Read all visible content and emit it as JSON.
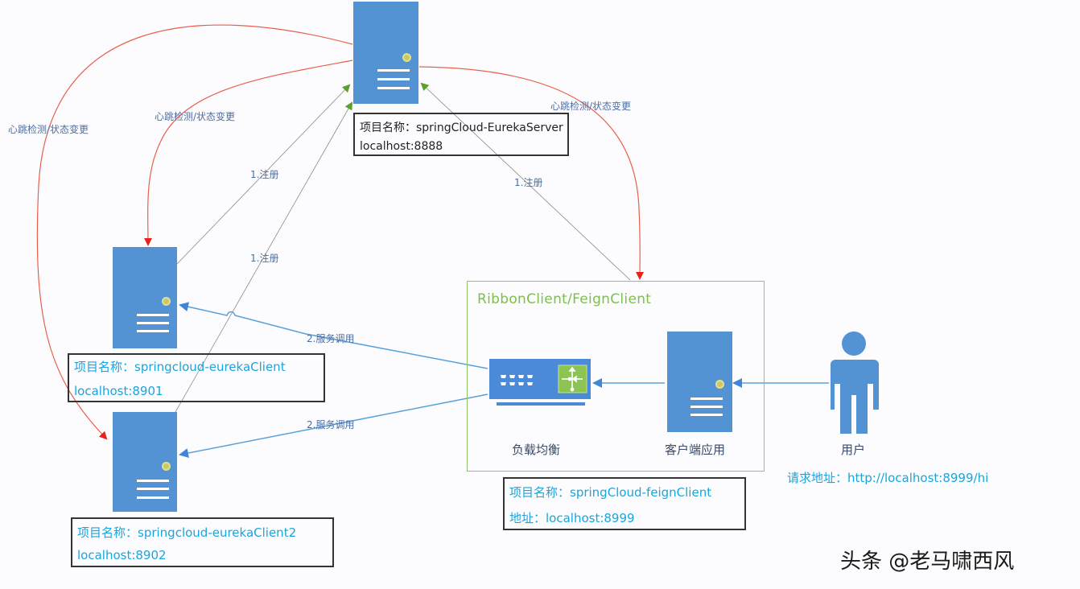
{
  "diagram": {
    "title": "Spring Cloud Eureka / Ribbon / Feign architecture",
    "nodes": {
      "eureka_server": {
        "name_line": "项目名称：springCloud-EurekaServer",
        "address_line": "localhost:8888"
      },
      "eureka_client_1": {
        "name_line": "项目名称：springcloud-eurekaClient",
        "address_line": "localhost:8901"
      },
      "eureka_client_2": {
        "name_line": "项目名称：springcloud-eurekaClient2",
        "address_line": "localhost:8902"
      },
      "feign_client": {
        "group_title": "RibbonClient/FeignClient",
        "load_balancer_label": "负载均衡",
        "client_app_label": "客户端应用",
        "name_line": "项目名称：springCloud-feignClient",
        "address_line": "地址：localhost:8999"
      },
      "user": {
        "label": "用户",
        "request_line": "请求地址：http://localhost:8999/hi"
      }
    },
    "edge_labels": {
      "heartbeat_left_outer": "心跳检测/状态变更",
      "heartbeat_left_inner": "心跳检测/状态变更",
      "heartbeat_right": "心跳检测/状态变更",
      "register_client1": "1.注册",
      "register_client2": "1.注册",
      "register_feign": "1.注册",
      "invoke_client1": "2.服务调用",
      "invoke_client2": "2.服务调用"
    },
    "colors": {
      "server_blue": "#5392d3",
      "heartbeat_red": "#e8604a",
      "arrowhead_red": "#e8241a",
      "register_gray": "#8a8a8a",
      "register_arrow_green": "#5aa02c",
      "invoke_blue": "#5aa0d8",
      "group_green": "#8cc46a",
      "info_cyan": "#1aa5db"
    }
  },
  "watermark": "头条 @老马啸西风"
}
